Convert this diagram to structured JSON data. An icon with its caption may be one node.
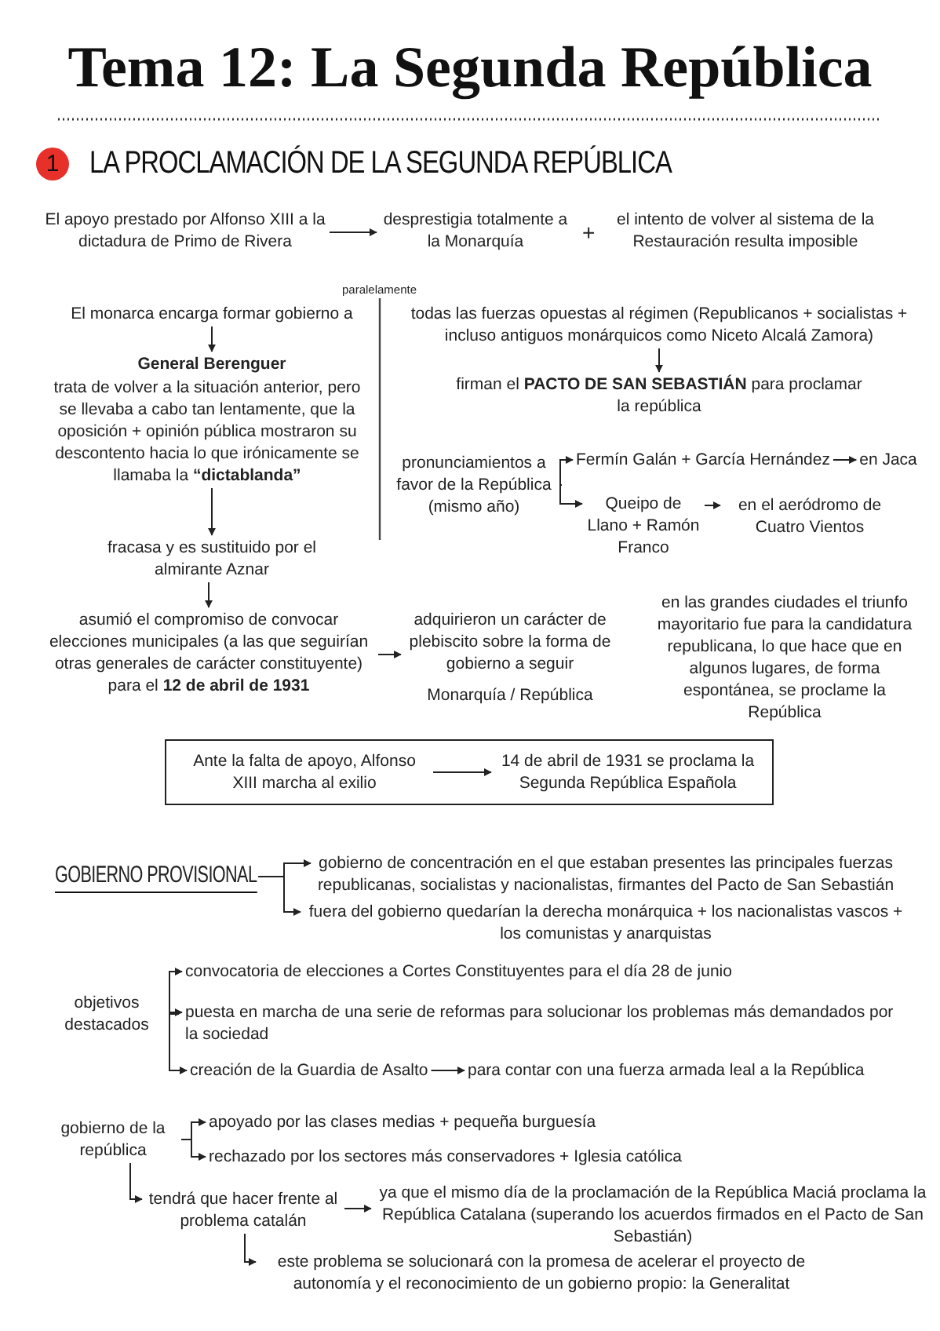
{
  "diagram": {
    "title": "Tema 12: La Segunda República",
    "nodes": [
      {
        "text": [
          "El apoyo prestado por Alfonso XIII a la dictadura de Primo de Rivera"
        ]
      },
      {
        "text": [
          "desprestigia totalmente a la Monarquía"
        ]
      },
      {
        "text": [
          "el intento de volver al sistema de la Restauración resulta imposible"
        ]
      },
      {
        "text": [
          "El monarca encarga formar gobierno a"
        ]
      },
      {
        "text": [
          "General Berenguer"
        ]
      },
      {
        "text": [
          "trata de volver a la situación anterior, pero se llevaba a cabo tan lentamente, que la oposición + opinión pública mostraron su descontento hacia lo que irónicamente se llamaba la **“dictablanda”**"
        ]
      },
      {
        "text": [
          "fracasa y es sustituido por el almirante Aznar"
        ]
      },
      {
        "text": [
          "asumió el compromiso de convocar elecciones municipales (a las que seguirían otras generales de carácter constituyente) para el **12 de abril de 1931**"
        ]
      },
      {
        "text": [
          "adquirieron un carácter de plebiscito sobre la forma de gobierno a seguir",
          "Monarquía / República"
        ]
      },
      {
        "text": [
          "en las grandes ciudades el triunfo mayoritario fue para la candidatura republicana, lo que hace que en algunos lugares, de forma espontánea, se proclame la República"
        ]
      },
      {
        "text": [
          "todas las fuerzas opuestas al régimen (Republicanos + socialistas + incluso antiguos monárquicos como Niceto Alcalá Zamora)"
        ]
      },
      {
        "text": [
          "firman el **PACTO DE SAN SEBASTIÁN** para proclamar la república"
        ]
      },
      {
        "text": [
          "pronunciamientos a favor de la República (mismo año)"
        ]
      },
      {
        "text": [
          "Fermín Galán + García Hernández"
        ]
      },
      {
        "text": [
          "Queipo de Llano + Ramón Franco"
        ]
      },
      {
        "text": [
          "en Jaca"
        ]
      },
      {
        "text": [
          "en el aeródromo de Cuatro Vientos"
        ]
      },
      {
        "text": [],
        "shape": "box"
      },
      {
        "text": [
          "Ante la falta de apoyo, Alfonso XIII marcha al exilio"
        ],
        "in": 17
      },
      {
        "text": [
          "14 de abril de 1931 se proclama la Segunda República Española"
        ],
        "in": 17
      },
      {
        "text": [
          "GOBIERNO PROVISIONAL"
        ]
      },
      {
        "text": [
          "gobierno de concentración en el que estaban presentes las principales fuerzas republicanas, socialistas y nacionalistas, firmantes del Pacto de San Sebastián"
        ]
      },
      {
        "text": [
          "fuera del gobierno quedarían la derecha monárquica + los nacionalistas vascos + los comunistas y anarquistas"
        ]
      },
      {
        "text": [
          "objetivos destacados"
        ]
      },
      {
        "text": [
          "convocatoria de elecciones a Cortes Constituyentes para el día 28 de junio"
        ]
      },
      {
        "text": [
          "puesta en marcha de una serie de reformas para solucionar los problemas más demandados por la sociedad"
        ]
      },
      {
        "text": [
          "creación de la Guardia de Asalto"
        ]
      },
      {
        "text": [
          "para contar con una fuerza armada leal a la República"
        ]
      },
      {
        "text": [
          "gobierno de la república"
        ]
      },
      {
        "text": [
          "apoyado por las clases medias + pequeña burguesía"
        ]
      },
      {
        "text": [
          "rechazado por los sectores más conservadores + Iglesia católica"
        ]
      },
      {
        "text": [
          "tendrá que hacer frente al problema catalán"
        ]
      },
      {
        "text": [
          "ya que el mismo día de la proclamación de la República Maciá proclama la República Catalana (superando los acuerdos firmados en el Pacto de San Sebastián)"
        ]
      },
      {
        "text": [
          "este problema se solucionará con la promesa de acelerar el proyecto de autonomía y el reconocimiento de un gobierno propio: la Generalitat"
        ]
      }
    ],
    "edges": [
      {
        "from": 0,
        "to": 1,
        "arrow": "to"
      },
      {
        "from": 3,
        "to": 4,
        "arrow": "to"
      },
      {
        "from": 5,
        "to": 6,
        "arrow": "to"
      },
      {
        "from": 6,
        "to": 7,
        "arrow": "to"
      },
      {
        "from": 7,
        "to": 8,
        "arrow": "to"
      },
      {
        "from": 10,
        "to": 11,
        "arrow": "to"
      },
      {
        "from": 12,
        "to": 13,
        "arrow": "to"
      },
      {
        "from": 12,
        "to": 14,
        "arrow": "to"
      },
      {
        "from": 13,
        "to": 15,
        "arrow": "to"
      },
      {
        "from": 14,
        "to": 16,
        "arrow": "to"
      },
      {
        "from": 18,
        "to": 19,
        "arrow": "to"
      },
      {
        "from": 20,
        "to": 21,
        "arrow": "to"
      },
      {
        "from": 20,
        "to": 22,
        "arrow": "to"
      },
      {
        "from": 23,
        "to": 24,
        "arrow": "to"
      },
      {
        "from": 23,
        "to": 25,
        "arrow": "to"
      },
      {
        "from": 23,
        "to": 26,
        "arrow": "to"
      },
      {
        "from": 26,
        "to": 27,
        "arrow": "to"
      },
      {
        "from": 28,
        "to": 29,
        "arrow": "to"
      },
      {
        "from": 28,
        "to": 30,
        "arrow": "to"
      },
      {
        "from": 28,
        "to": 31,
        "arrow": "to"
      },
      {
        "from": 31,
        "to": 32,
        "arrow": "to"
      },
      {
        "from": 31,
        "to": 33,
        "arrow": "to"
      }
    ],
    "labels": [
      "1",
      "LA PROCLAMACIÓN DE LA SEGUNDA REPÚBLICA",
      "+",
      "paralelamente"
    ]
  }
}
